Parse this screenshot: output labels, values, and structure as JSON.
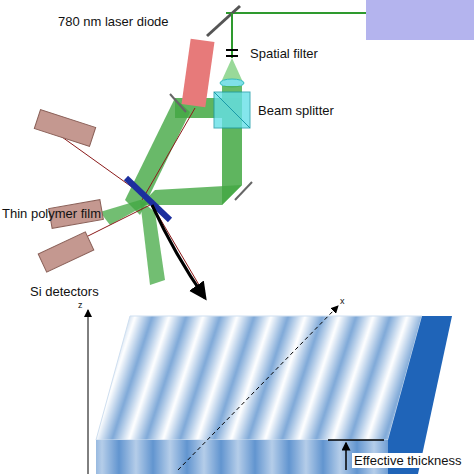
{
  "diagram": {
    "labels": [
      "780 nm laser diode",
      "Spatial filter",
      "Beam splitter",
      "Thin polymer film",
      "Si detectors",
      "z",
      "x",
      "Effective thickness"
    ]
  }
}
